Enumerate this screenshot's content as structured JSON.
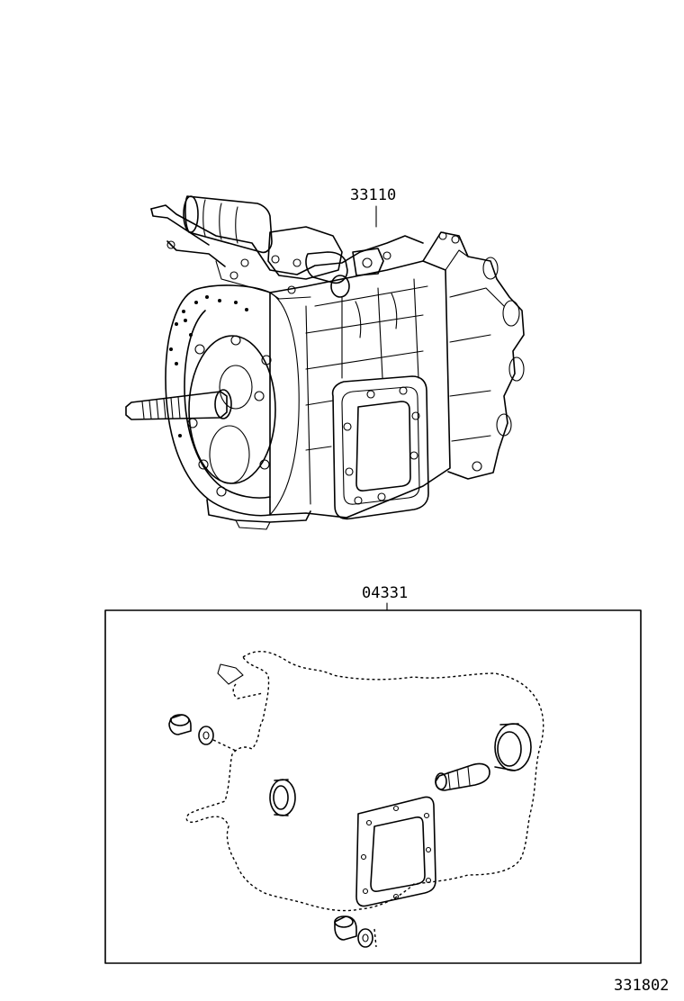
{
  "parts": {
    "transmission_assembly": "33110",
    "gasket_kit": "04331"
  },
  "illustration_number": "331802"
}
